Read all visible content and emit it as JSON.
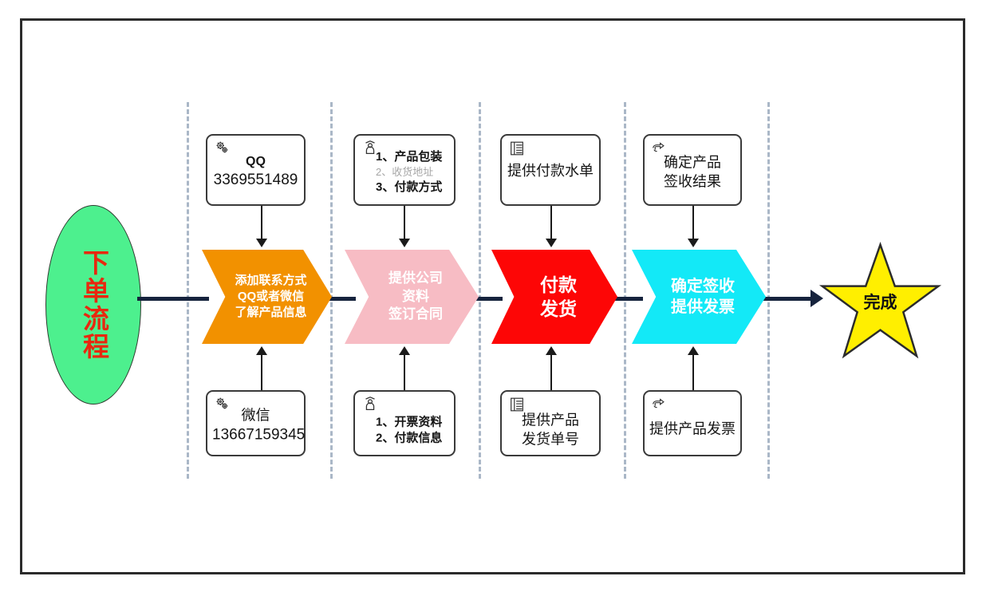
{
  "diagram": {
    "title": "下单流程",
    "start": {
      "label": "下单流程",
      "fill": "#4df08e",
      "text_color": "#e8280f"
    },
    "finish": {
      "label": "完成",
      "fill": "#ffef00",
      "text_color": "#111111"
    },
    "stages": [
      {
        "id": "stage-1",
        "chevron": {
          "fill": "#f29100",
          "lines": [
            "添加联系方式",
            "QQ或者微信",
            "了解产品信息"
          ]
        },
        "top_note": {
          "icon": "gears-icon",
          "lines": [
            {
              "text": "QQ",
              "style": "bold"
            },
            {
              "text": "3369551489",
              "style": "normal"
            }
          ]
        },
        "bottom_note": {
          "icon": "gears-icon",
          "lines": [
            {
              "text": "微信",
              "style": "normal"
            },
            {
              "text": "13667159345",
              "style": "normal"
            }
          ]
        }
      },
      {
        "id": "stage-2",
        "chevron": {
          "fill": "#f7bcc4",
          "lines": [
            "提供公司",
            "资料",
            "签订合同"
          ]
        },
        "top_note": {
          "icon": "person-icon",
          "lines": [
            {
              "text": "1、产品包装",
              "style": "bold"
            },
            {
              "text": "2、收货地址",
              "style": "dim"
            },
            {
              "text": "3、付款方式",
              "style": "bold"
            }
          ]
        },
        "bottom_note": {
          "icon": "person-icon",
          "lines": [
            {
              "text": "1、开票资料",
              "style": "bold"
            },
            {
              "text": "2、付款信息",
              "style": "bold"
            }
          ]
        }
      },
      {
        "id": "stage-3",
        "chevron": {
          "fill": "#fd0606",
          "lines": [
            "付款",
            "发货"
          ]
        },
        "top_note": {
          "icon": "document-list-icon",
          "lines": [
            {
              "text": "提供付款水单",
              "style": "normal"
            }
          ]
        },
        "bottom_note": {
          "icon": "document-list-icon",
          "lines": [
            {
              "text": "提供产品",
              "style": "normal"
            },
            {
              "text": "发货单号",
              "style": "normal"
            }
          ]
        }
      },
      {
        "id": "stage-4",
        "chevron": {
          "fill": "#13e9f7",
          "lines": [
            "确定签收",
            "提供发票"
          ]
        },
        "top_note": {
          "icon": "pointing-hand-icon",
          "lines": [
            {
              "text": "确定产品",
              "style": "normal"
            },
            {
              "text": "签收结果",
              "style": "normal"
            }
          ]
        },
        "bottom_note": {
          "icon": "pointing-hand-icon",
          "lines": [
            {
              "text": "提供产品发票",
              "style": "normal"
            }
          ]
        }
      }
    ],
    "separator_color": "#aab7c7",
    "spine_color": "#16233d",
    "frame_color": "#2b2b2b"
  }
}
